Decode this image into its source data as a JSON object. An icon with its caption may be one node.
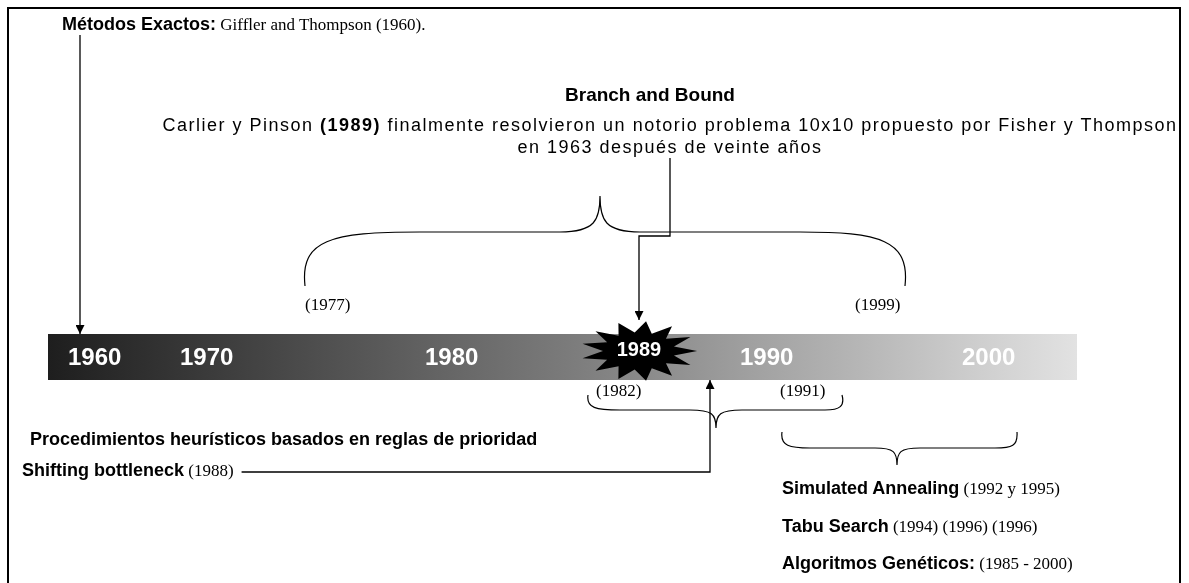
{
  "diagram": {
    "nodes": [
      {
        "text": [
          "**Métodos Exactos:** Giffler and Thompson (1960)."
        ]
      },
      {
        "text": [],
        "shape": "bar"
      },
      {
        "text": [
          "1960"
        ],
        "in": 1
      },
      {
        "text": [
          "Branch and Bound",
          "Carlier y Pinson **(1989)** finalmente resolvieron un notorio problema 10x10 propuesto por Fisher y Thompson en 1963 después de veinte años"
        ]
      },
      {
        "text": [
          "1989"
        ],
        "in": 1
      },
      {
        "text": [
          "**Shifting bottleneck** (1988)"
        ]
      }
    ],
    "edges": [
      {
        "from": 0,
        "to": 2,
        "arrow": "to"
      },
      {
        "from": 3,
        "to": 4,
        "arrow": "to"
      },
      {
        "from": 5,
        "to": 1,
        "arrow": "to"
      }
    ],
    "labels": [
      "1970",
      "1980",
      "1990",
      "2000",
      "(1977)",
      "(1999)",
      "(1982)",
      "(1991)",
      "Procedimientos heurísticos basados en reglas de prioridad",
      "**Simulated Annealing** (1992 y 1995)",
      "**Tabu Search** (1994) (1996) (1996)",
      "**Algoritmos Genéticos:** (1985 - 2000)"
    ]
  }
}
